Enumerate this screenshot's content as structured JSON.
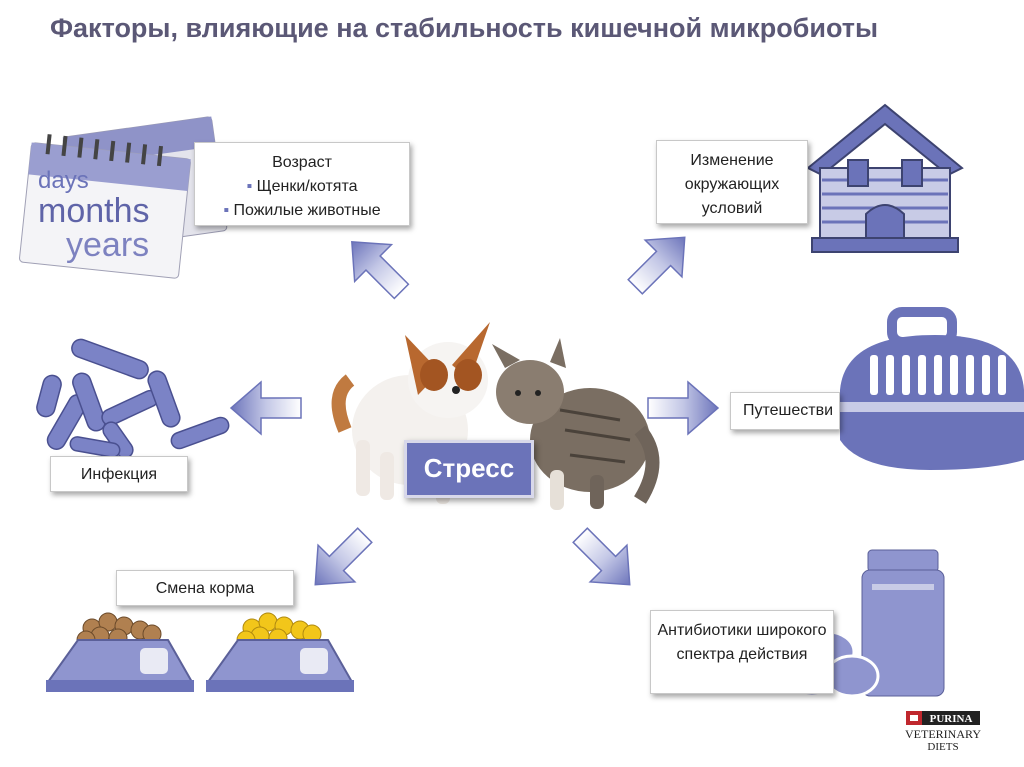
{
  "title": "Факторы, влияющие на стабильность кишечной микробиоты",
  "center_label": "Стресс",
  "boxes": {
    "age_title": "Возраст",
    "age_item_1": "Щенки/котята",
    "age_item_2": "Пожилые животные",
    "env": "Изменение окружающих условий",
    "travel": "Путешестви",
    "infection": "Инфекция",
    "food": "Смена корма",
    "antibiotics": "Антибиотики широкого спектра действия"
  },
  "calendar": {
    "word1": "days",
    "word2": "months",
    "word3": "years"
  },
  "logo": {
    "line1": "PURINA",
    "line2": "VETERINARY",
    "line3": "DIETS"
  },
  "colors": {
    "accent": "#6b73b9",
    "light": "#c8cbe6",
    "title": "#5b5876"
  }
}
